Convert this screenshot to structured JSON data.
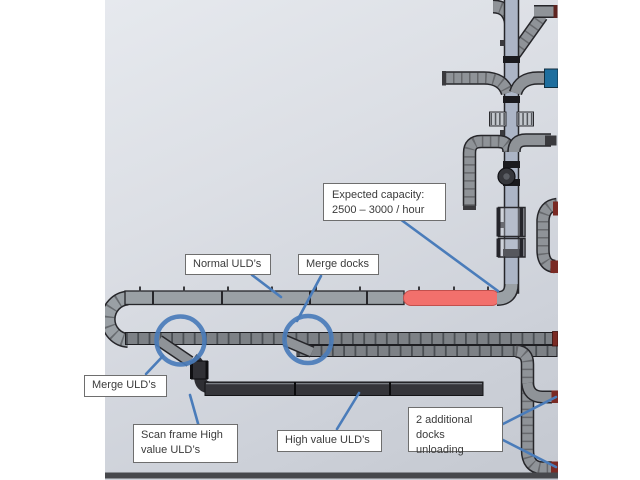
{
  "meta": {
    "description": "CAD rendering of a ULD conveyor handling system with annotation callouts"
  },
  "colors": {
    "accent_blue": "#4A7CBA",
    "highlight_red": "#F2706C",
    "dock_red": "#7A2A24",
    "infeed_blue": "#1E6E9E",
    "conveyor_gray": "#8F9398",
    "steel_blue": "#ACB5C6",
    "background_gray": "#D4D8DE"
  },
  "labels": {
    "expected_capacity": {
      "line1": "Expected capacity:",
      "line2": "2500 – 3000 / hour"
    },
    "normal_ulds": "Normal ULD’s",
    "merge_docks": "Merge docks",
    "merge_ulds": "Merge ULD’s",
    "scan_frame": {
      "line1": "Scan frame High",
      "line2": "value ULD’s"
    },
    "high_value": "High value ULD’s",
    "additional_docks": {
      "line1": "2 additional",
      "line2": "docks unloading"
    }
  }
}
